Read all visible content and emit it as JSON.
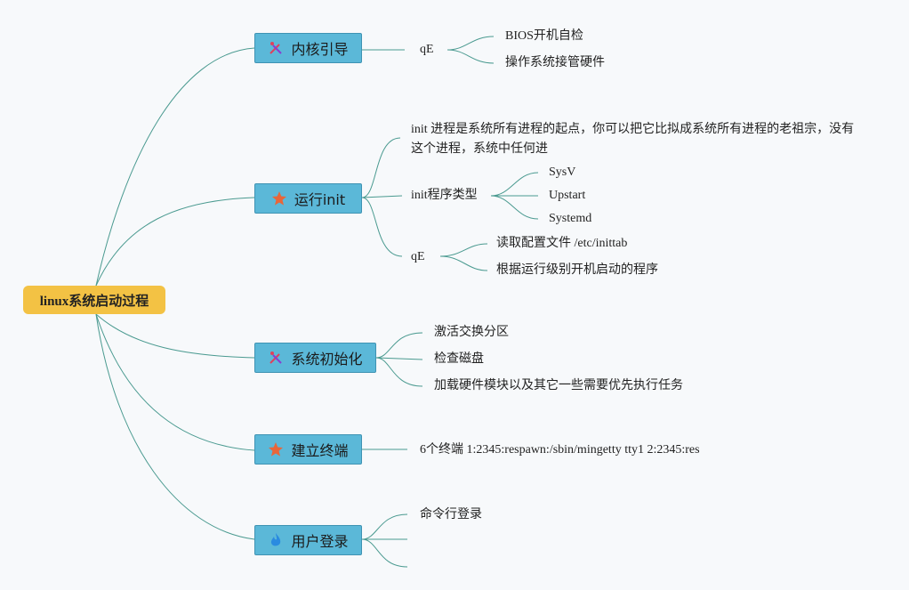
{
  "root": "linux系统启动过程",
  "branches": [
    {
      "label": "内核引导",
      "icon": "tools-icon",
      "children": [
        {
          "label": "qE",
          "children": [
            "BIOS开机自检",
            "操作系统接管硬件"
          ]
        }
      ]
    },
    {
      "label": "运行init",
      "icon": "star-icon",
      "children": [
        {
          "label": "init 进程是系统所有进程的起点，你可以把它比拟成系统所有进程的老祖宗，没有这个进程，系统中任何进"
        },
        {
          "label": "init程序类型",
          "children": [
            "SysV",
            "Upstart",
            "Systemd"
          ]
        },
        {
          "label": "qE",
          "children": [
            "读取配置文件 /etc/inittab",
            "根据运行级别开机启动的程序"
          ]
        }
      ]
    },
    {
      "label": "系统初始化",
      "icon": "tools-icon",
      "children": [
        {
          "label": "激活交换分区"
        },
        {
          "label": "检查磁盘"
        },
        {
          "label": "加载硬件模块以及其它一些需要优先执行任务"
        }
      ]
    },
    {
      "label": "建立终端",
      "icon": "star-icon",
      "children": [
        {
          "label": "6个终端 1:2345:respawn:/sbin/mingetty tty1 2:2345:res"
        }
      ]
    },
    {
      "label": "用户登录",
      "icon": "fire-icon",
      "children": [
        {
          "label": "命令行登录"
        },
        {
          "label": ""
        },
        {
          "label": ""
        }
      ]
    }
  ],
  "colors": {
    "root": "#f3c244",
    "branch": "#5bb8d8",
    "line": "#4a9a90",
    "star": "#e8663a",
    "fire": "#2a8be0",
    "tools": "#e0405a"
  }
}
